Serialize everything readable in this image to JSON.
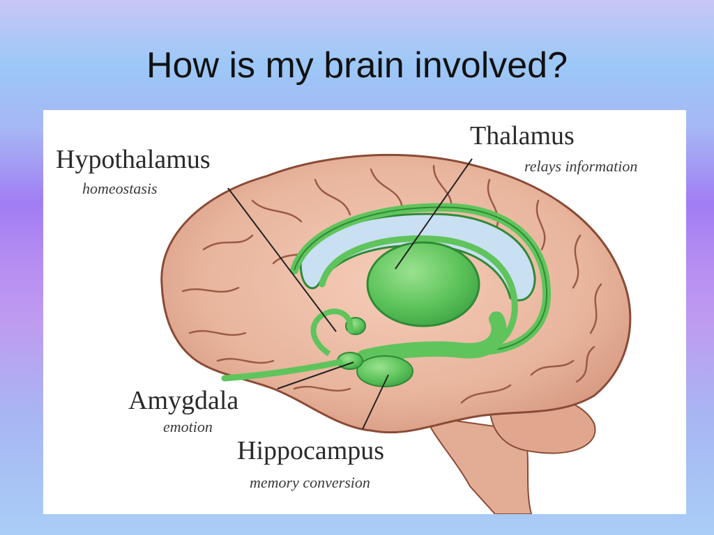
{
  "slide": {
    "title": "How is my brain involved?"
  },
  "diagram": {
    "structures": [
      {
        "name": "Hypothalamus",
        "function": "homeostasis"
      },
      {
        "name": "Thalamus",
        "function": "relays information"
      },
      {
        "name": "Amygdala",
        "function": "emotion"
      },
      {
        "name": "Hippocampus",
        "function": "memory conversion"
      }
    ],
    "colors": {
      "cortex": "#e8b49c",
      "cortex_outline": "#8a4a36",
      "limbic": "#5fc45c",
      "limbic_outline": "#2e8a34",
      "ventricle": "#c9dff2",
      "leader_line": "#222222"
    }
  }
}
